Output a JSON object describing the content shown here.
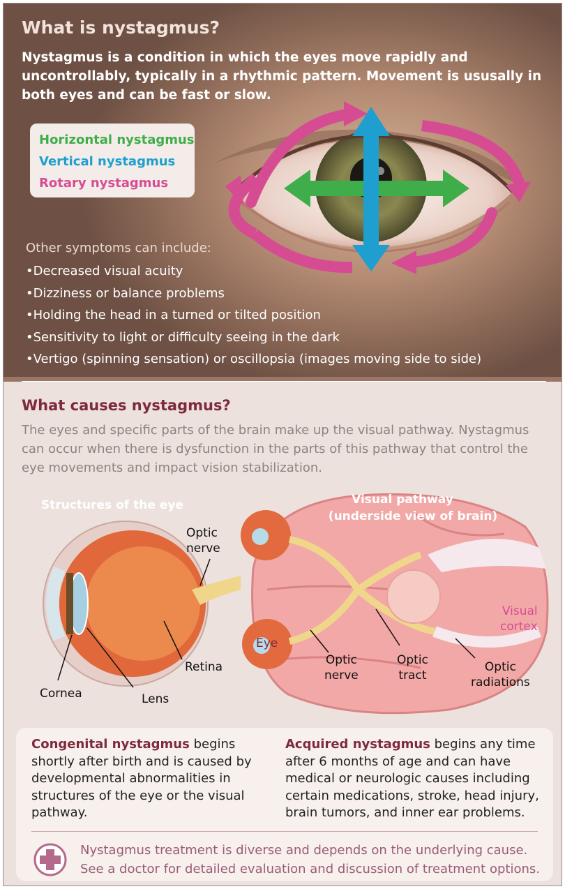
{
  "section1": {
    "title": "What is nystagmus?",
    "intro": "Nystagmus is a condition in which the eyes move rapidly and uncontrollably, typically in a rhythmic pattern. Movement is ususally in both eyes and can be fast or slow.",
    "legend": {
      "horizontal": "Horizontal nystagmus",
      "vertical": "Vertical nystagmus",
      "rotary": "Rotary nystagmus"
    },
    "symptoms_heading": "Other symptoms can include:",
    "symptoms": [
      "Decreased visual acuity",
      "Dizziness or balance problems",
      "Holding the head in a turned or tilted position",
      "Sensitivity to light or difficulty seeing in the dark",
      "Vertigo (spinning sensation) or oscillopsia (images moving side to side)"
    ]
  },
  "section2": {
    "title": "What causes nystagmus?",
    "text": "The eyes and specific parts of the brain make up the visual pathway. Nystagmus can occur when there is dysfunction in the parts of this pathway that control the eye movements and impact vision stabilization.",
    "eye_diagram": {
      "title": "Structures of the eye",
      "optic_nerve": "Optic\nnerve",
      "retina": "Retina",
      "cornea": "Cornea",
      "lens": "Lens"
    },
    "brain_diagram": {
      "title_line1": "Visual pathway",
      "title_line2": "(underside view of brain)",
      "eye": "Eye",
      "visual_cortex": "Visual\ncortex",
      "optic_nerve": "Optic\nnerve",
      "optic_tract": "Optic\ntract",
      "optic_radiations": "Optic\nradiations"
    }
  },
  "types": {
    "congenital_term": "Congenital nystagmus",
    "congenital_text": " begins shortly after birth and is caused by developmental abnormalities in structures of the eye or the visual pathway.",
    "acquired_term": "Acquired nystagmus",
    "acquired_text": " begins any time after 6 months of age and can have medical or neurologic causes including certain medications, stroke, head injury, brain tumors, and inner ear problems."
  },
  "treatment": {
    "text": "Nystagmus treatment is diverse and depends on the underlying cause. See a doctor for detailed evaluation and discussion of treatment options."
  },
  "colors": {
    "horizontal": "#3fae4a",
    "vertical": "#1e9fd0",
    "rotary": "#d64c93",
    "heading_maroon": "#7d2a3a"
  }
}
